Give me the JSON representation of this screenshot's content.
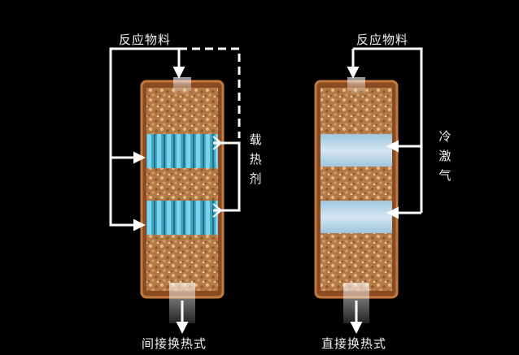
{
  "left": {
    "feed_label": "反应物料",
    "side_label": "载热剂",
    "caption": "间接换热式"
  },
  "right": {
    "feed_label": "反应物料",
    "side_label": "冷激气",
    "caption": "直接换热式"
  }
}
